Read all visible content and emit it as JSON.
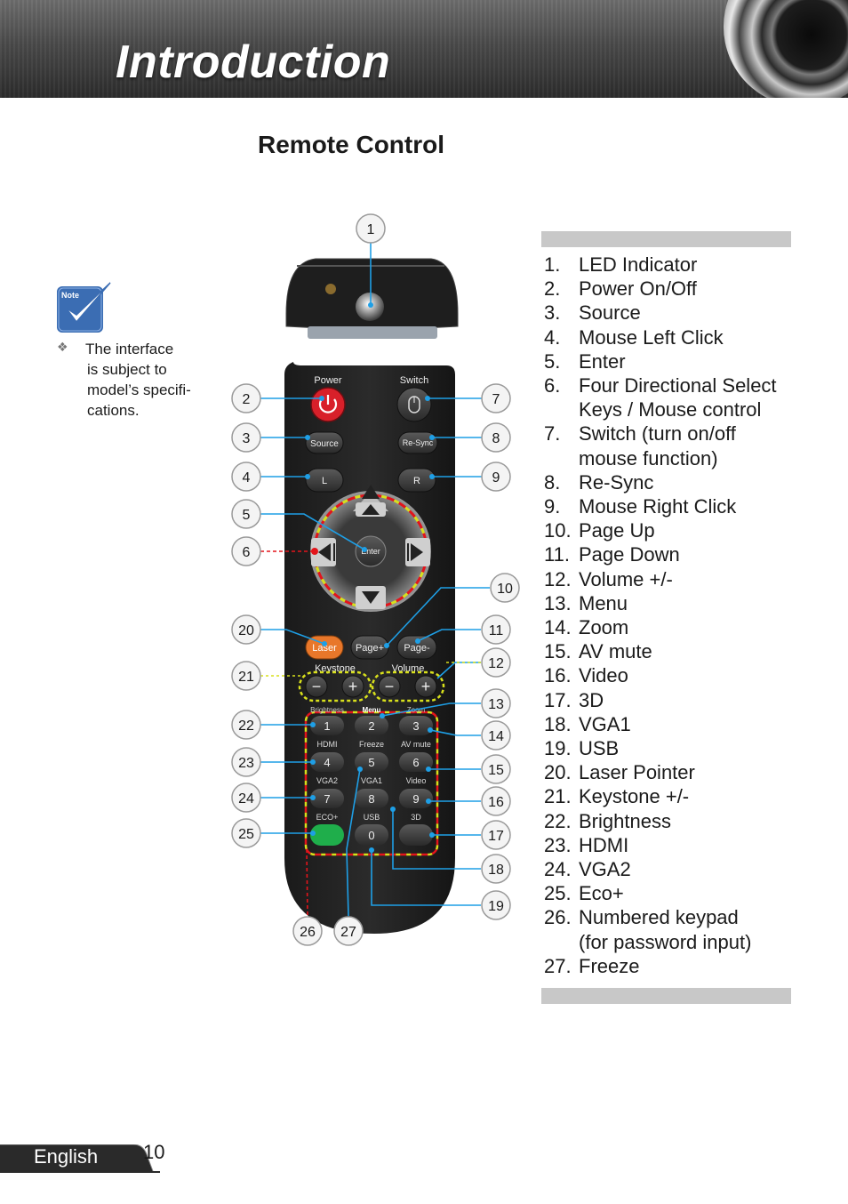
{
  "header": {
    "title": "Introduction"
  },
  "section": {
    "title": "Remote Control"
  },
  "note": {
    "badge": "Note",
    "lines": [
      "The interface",
      "is subject to",
      "model’s specifi-",
      "cations."
    ]
  },
  "legend": [
    {
      "num": "1.",
      "text": "LED Indicator"
    },
    {
      "num": "2.",
      "text": "Power On/Off"
    },
    {
      "num": "3.",
      "text": "Source"
    },
    {
      "num": "4.",
      "text": "Mouse Left Click"
    },
    {
      "num": "5.",
      "text": "Enter"
    },
    {
      "num": "6.",
      "text": "Four Directional Select"
    },
    {
      "num": "",
      "text": "Keys / Mouse control"
    },
    {
      "num": "7.",
      "text": "Switch (turn on/off"
    },
    {
      "num": "",
      "text": "mouse function)"
    },
    {
      "num": "8.",
      "text": "Re-Sync"
    },
    {
      "num": "9.",
      "text": "Mouse Right Click"
    },
    {
      "num": "10.",
      "text": "Page Up"
    },
    {
      "num": "11.",
      "text": "Page Down"
    },
    {
      "num": "12.",
      "text": "Volume +/-"
    },
    {
      "num": "13.",
      "text": "Menu"
    },
    {
      "num": "14.",
      "text": "Zoom"
    },
    {
      "num": "15.",
      "text": "AV mute"
    },
    {
      "num": "16.",
      "text": "Video"
    },
    {
      "num": "17.",
      "text": "3D"
    },
    {
      "num": "18.",
      "text": "VGA1"
    },
    {
      "num": "19.",
      "text": "USB"
    },
    {
      "num": "20.",
      "text": "Laser Pointer"
    },
    {
      "num": "21.",
      "text": "Keystone +/-"
    },
    {
      "num": "22.",
      "text": "Brightness"
    },
    {
      "num": "23.",
      "text": "HDMI"
    },
    {
      "num": "24.",
      "text": "VGA2"
    },
    {
      "num": "25.",
      "text": "Eco+"
    },
    {
      "num": "26.",
      "text": "Numbered keypad"
    },
    {
      "num": "",
      "text": "(for password input)"
    },
    {
      "num": "27.",
      "text": "Freeze"
    }
  ],
  "remote": {
    "labels": {
      "power": "Power",
      "switch": "Switch",
      "source": "Source",
      "resync": "Re-Sync",
      "left": "L",
      "right": "R",
      "enter": "Enter",
      "laser": "Laser",
      "page_up": "Page+",
      "page_down": "Page-",
      "keystone": "Keystone",
      "volume": "Volume",
      "minus": "−",
      "plus": "+",
      "brightness": "Brightness",
      "menu": "Menu",
      "zoom": "Zoom",
      "hdmi": "HDMI",
      "freeze": "Freeze",
      "av_mute": "AV mute",
      "vga2": "VGA2",
      "vga1": "VGA1",
      "video": "Video",
      "eco": "ECO+",
      "usb": "USB",
      "three_d": "3D",
      "k1": "1",
      "k2": "2",
      "k3": "3",
      "k4": "4",
      "k5": "5",
      "k6": "6",
      "k7": "7",
      "k8": "8",
      "k9": "9",
      "k0": "0"
    },
    "callouts": {
      "c1": "1",
      "c2": "2",
      "c3": "3",
      "c4": "4",
      "c5": "5",
      "c6": "6",
      "c7": "7",
      "c8": "8",
      "c9": "9",
      "c10": "10",
      "c11": "11",
      "c12": "12",
      "c13": "13",
      "c14": "14",
      "c15": "15",
      "c16": "16",
      "c17": "17",
      "c18": "18",
      "c19": "19",
      "c20": "20",
      "c21": "21",
      "c22": "22",
      "c23": "23",
      "c24": "24",
      "c25": "25",
      "c26": "26",
      "c27": "27"
    }
  },
  "colors": {
    "callout_line": "#1e9fe6",
    "power_red": "#d8202a",
    "laser_orange": "#e8772a",
    "eco_green": "#1fae4b",
    "dash_red": "#e3141b",
    "dash_yellow": "#d8e01c"
  },
  "footer": {
    "language": "English",
    "page": "10"
  }
}
